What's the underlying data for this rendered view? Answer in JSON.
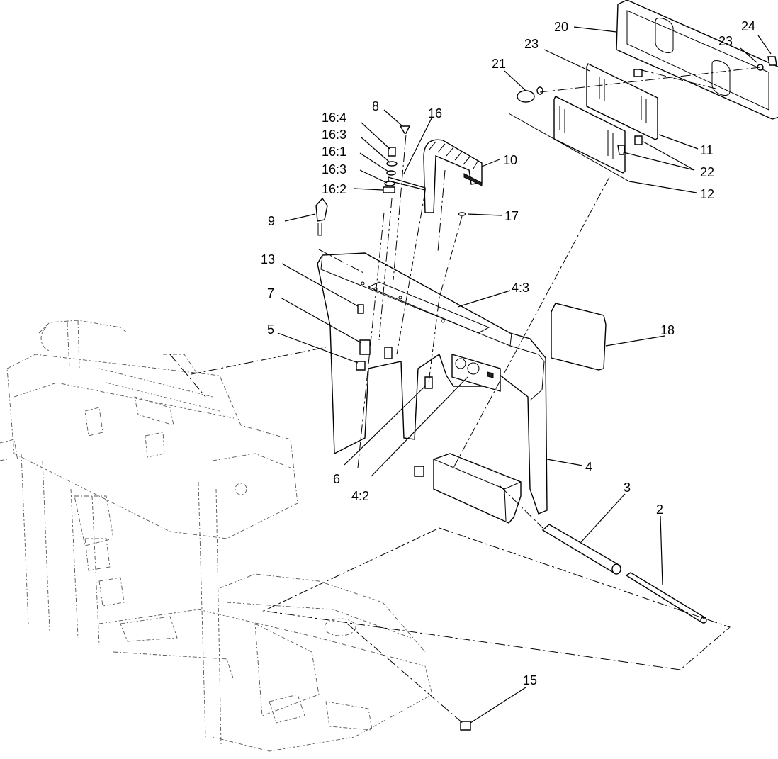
{
  "diagram": {
    "callouts": [
      {
        "id": "c20",
        "text": "20"
      },
      {
        "id": "c24",
        "text": "24"
      },
      {
        "id": "c23a",
        "text": "23"
      },
      {
        "id": "c23b",
        "text": "23"
      },
      {
        "id": "c21",
        "text": "21"
      },
      {
        "id": "c11",
        "text": "11"
      },
      {
        "id": "c22",
        "text": "22"
      },
      {
        "id": "c12",
        "text": "12"
      },
      {
        "id": "c8",
        "text": "8"
      },
      {
        "id": "c16",
        "text": "16"
      },
      {
        "id": "c16_4",
        "text": "16:4"
      },
      {
        "id": "c16_3a",
        "text": "16:3"
      },
      {
        "id": "c16_1",
        "text": "16:1"
      },
      {
        "id": "c16_3b",
        "text": "16:3"
      },
      {
        "id": "c16_2",
        "text": "16:2"
      },
      {
        "id": "c10",
        "text": "10"
      },
      {
        "id": "c9",
        "text": "9"
      },
      {
        "id": "c17",
        "text": "17"
      },
      {
        "id": "c13",
        "text": "13"
      },
      {
        "id": "c4_3",
        "text": "4:3"
      },
      {
        "id": "c7",
        "text": "7"
      },
      {
        "id": "c18",
        "text": "18"
      },
      {
        "id": "c5",
        "text": "5"
      },
      {
        "id": "c6",
        "text": "6"
      },
      {
        "id": "c4_2",
        "text": "4:2"
      },
      {
        "id": "c4",
        "text": "4"
      },
      {
        "id": "c3",
        "text": "3"
      },
      {
        "id": "c2",
        "text": "2"
      },
      {
        "id": "c15",
        "text": "15"
      }
    ]
  }
}
